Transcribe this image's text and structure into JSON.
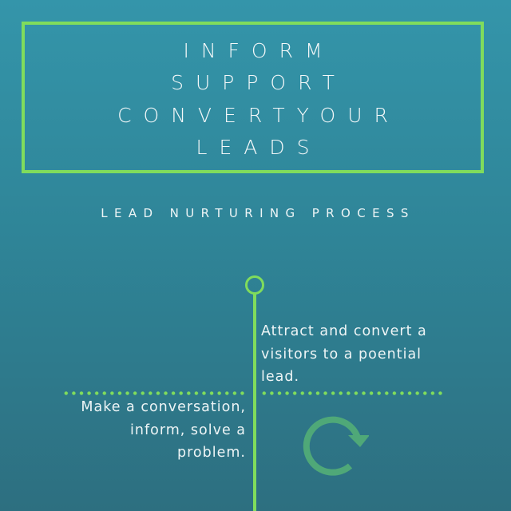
{
  "header": {
    "title_lines": [
      "INFORM",
      "SUPPORT",
      "CONVERTYOUR",
      "LEADS"
    ],
    "subtitle": "LEAD NURTURING PROCESS"
  },
  "timeline": {
    "steps": [
      {
        "lines": [
          "Attract and convert a",
          "visitors to a poential",
          "lead."
        ],
        "side": "right"
      },
      {
        "lines": [
          "Make a conversation,",
          "inform, solve a",
          "problem."
        ],
        "side": "left"
      }
    ],
    "icon": "cycle-arrow-icon"
  },
  "colors": {
    "background_top": "#3495aa",
    "background_bottom": "#2d6f80",
    "accent_green": "#80dc5c",
    "icon_green": "#4fa878",
    "text": "#f2f7f8"
  }
}
